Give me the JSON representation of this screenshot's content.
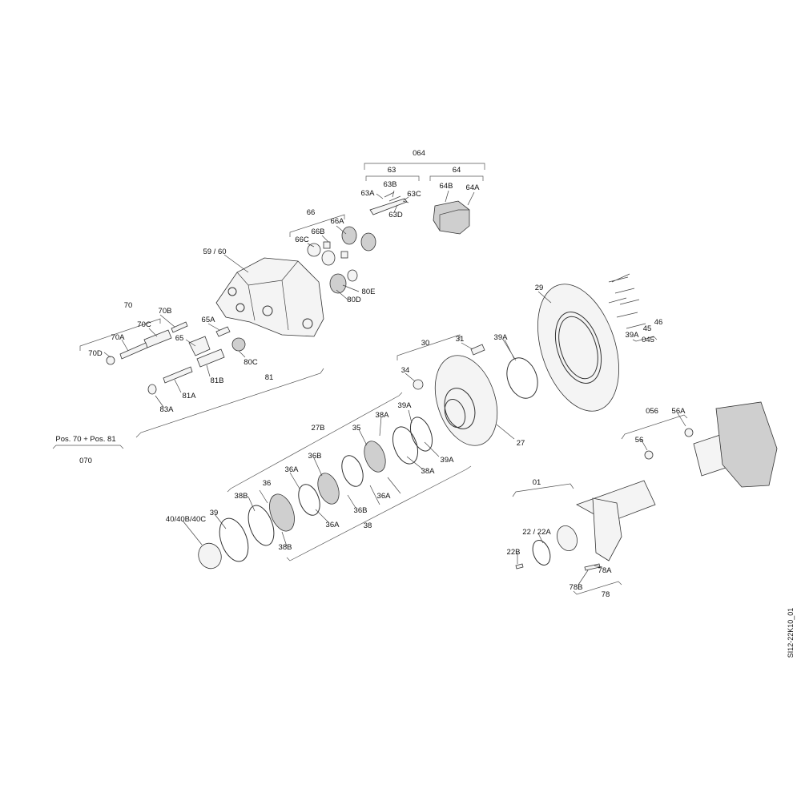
{
  "document_id": "SI12-22K10_01",
  "labels": {
    "l064": "064",
    "l63": "63",
    "l64": "64",
    "l63A": "63A",
    "l63B": "63B",
    "l63C": "63C",
    "l63D": "63D",
    "l64B": "64B",
    "l64A": "64A",
    "l66": "66",
    "l66A": "66A",
    "l66B": "66B",
    "l66C": "66C",
    "l59_60": "59 / 60",
    "l80E": "80E",
    "l80D": "80D",
    "l70": "70",
    "l70B": "70B",
    "l70C": "70C",
    "l70A": "70A",
    "l70D": "70D",
    "l65A": "65A",
    "l65": "65",
    "l80C": "80C",
    "l81B": "81B",
    "l81A": "81A",
    "l81": "81",
    "l83A": "83A",
    "lPos": "Pos. 70 + Pos. 81",
    "l070": "070",
    "l29": "29",
    "l30": "30",
    "l31": "31",
    "l39A_a": "39A",
    "l34": "34",
    "l27": "27",
    "l39A_b": "39A",
    "l46": "46",
    "l45": "45",
    "l045": "045",
    "l27B": "27B",
    "l38A_a": "38A",
    "l39A_c": "39A",
    "l35": "35",
    "l39A_d": "39A",
    "l38A_b": "38A",
    "l36B_a": "36B",
    "l36A_a": "36A",
    "l36": "36",
    "l38B_a": "38B",
    "l36A_b": "36A",
    "l36B_b": "36B",
    "l36A_c": "36A",
    "l38": "38",
    "l38B_b": "38B",
    "l39": "39",
    "l40": "40/40B/40C",
    "l056": "056",
    "l56A": "56A",
    "l56": "56",
    "l01": "01",
    "l22": "22 / 22A",
    "l22B": "22B",
    "l78A": "78A",
    "l78B": "78B",
    "l78": "78"
  }
}
